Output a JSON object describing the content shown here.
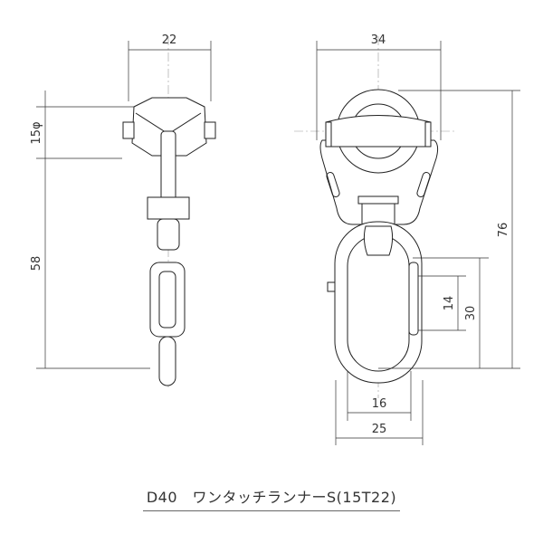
{
  "title": "D40　ワンタッチランナーS(15T22)",
  "dimensions": {
    "side_width": "22",
    "wheel_diameter": "15φ",
    "side_height": "58",
    "front_width": "34",
    "front_height": "76",
    "hook_height": "30",
    "gate_height": "14",
    "hook_inner_width": "16",
    "hook_outer_width": "25"
  }
}
